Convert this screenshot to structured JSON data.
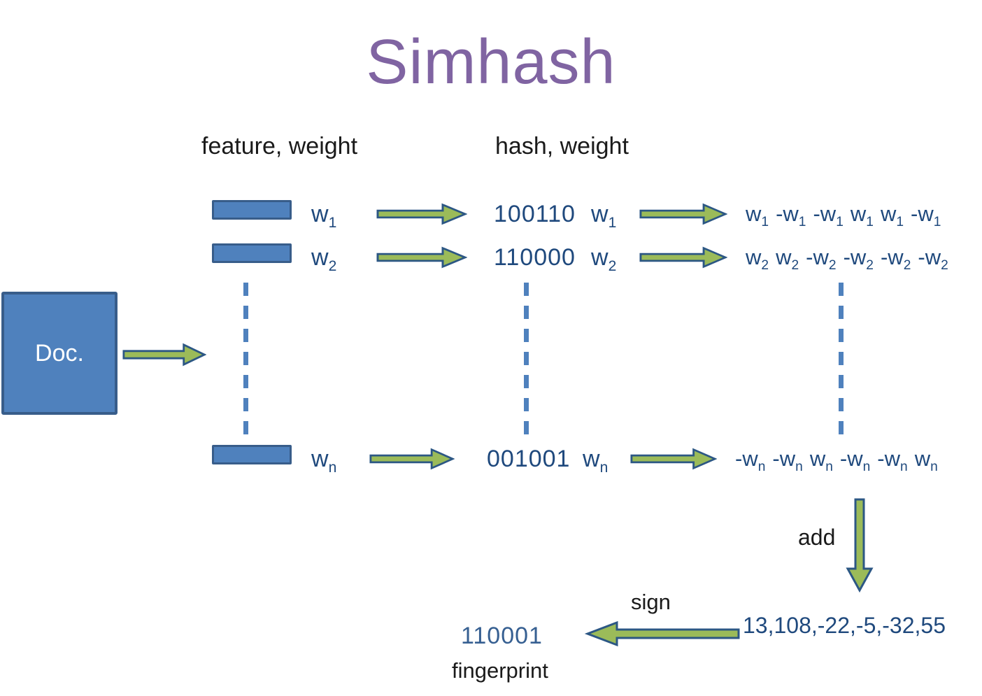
{
  "title": "Simhash",
  "headers": {
    "feature": "feature, weight",
    "hash": "hash, weight"
  },
  "doc_box": {
    "label": "Doc."
  },
  "rows": [
    {
      "weight": {
        "base": "w",
        "sub": "1"
      },
      "hash": "100110",
      "hash_weight": {
        "base": "w",
        "sub": "1"
      },
      "signed_terms": [
        {
          "sign": "",
          "base": "w",
          "sub": "1"
        },
        {
          "sign": "-",
          "base": "w",
          "sub": "1"
        },
        {
          "sign": "-",
          "base": "w",
          "sub": "1"
        },
        {
          "sign": "",
          "base": "w",
          "sub": "1"
        },
        {
          "sign": "",
          "base": "w",
          "sub": "1"
        },
        {
          "sign": "-",
          "base": "w",
          "sub": "1"
        }
      ]
    },
    {
      "weight": {
        "base": "w",
        "sub": "2"
      },
      "hash": "110000",
      "hash_weight": {
        "base": "w",
        "sub": "2"
      },
      "signed_terms": [
        {
          "sign": "",
          "base": "w",
          "sub": "2"
        },
        {
          "sign": "",
          "base": "w",
          "sub": "2"
        },
        {
          "sign": "-",
          "base": "w",
          "sub": "2"
        },
        {
          "sign": "-",
          "base": "w",
          "sub": "2"
        },
        {
          "sign": "-",
          "base": "w",
          "sub": "2"
        },
        {
          "sign": "-",
          "base": "w",
          "sub": "2"
        }
      ]
    },
    {
      "weight": {
        "base": "w",
        "sub": "n"
      },
      "hash": "001001",
      "hash_weight": {
        "base": "w",
        "sub": "n"
      },
      "signed_terms": [
        {
          "sign": "-",
          "base": "w",
          "sub": "n"
        },
        {
          "sign": "-",
          "base": "w",
          "sub": "n"
        },
        {
          "sign": "",
          "base": "w",
          "sub": "n"
        },
        {
          "sign": "-",
          "base": "w",
          "sub": "n"
        },
        {
          "sign": "-",
          "base": "w",
          "sub": "n"
        },
        {
          "sign": "",
          "base": "w",
          "sub": "n"
        }
      ]
    }
  ],
  "add_step": {
    "label": "add"
  },
  "sign_step": {
    "label": "sign",
    "sum_vector": "13,108,-22,-5,-32,55"
  },
  "fingerprint": {
    "value": "110001",
    "label": "fingerprint"
  },
  "colors": {
    "title": "#8064A2",
    "shape_fill": "#4F81BD",
    "shape_border": "#385D8A",
    "arrow_fill": "#9BBB59",
    "arrow_border": "#2C5784",
    "text_blue": "#1F497D",
    "fingerprint_blue": "#376092",
    "text_black": "#1a1a1a"
  }
}
